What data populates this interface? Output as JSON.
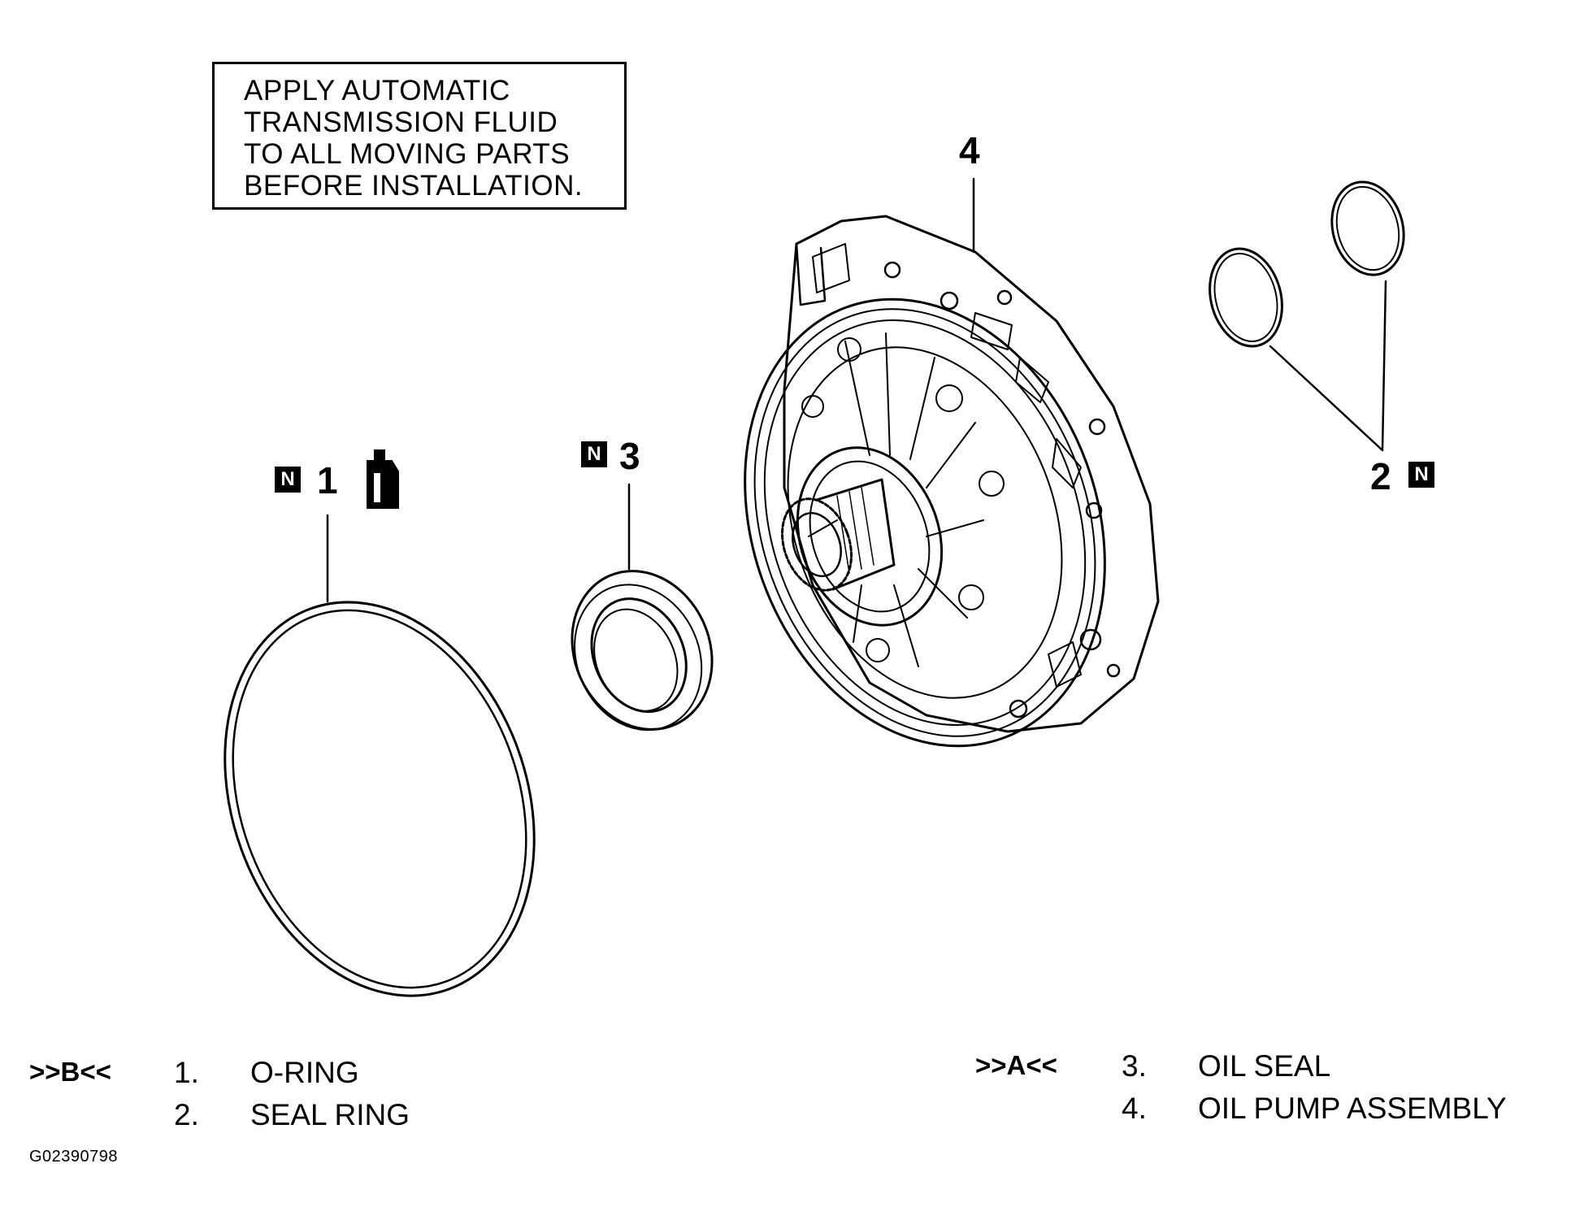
{
  "note": {
    "lines": [
      "APPLY AUTOMATIC",
      "TRANSMISSION FLUID",
      "TO ALL MOVING PARTS",
      "BEFORE INSTALLATION."
    ]
  },
  "callouts": {
    "part1": "1",
    "part2": "2",
    "part3": "3",
    "part4": "4",
    "new_part_badge": "N"
  },
  "legend": {
    "left": {
      "ref": ">>B<<",
      "items": [
        {
          "num": "1.",
          "label": "O-RING"
        },
        {
          "num": "2.",
          "label": "SEAL RING"
        }
      ]
    },
    "right": {
      "ref": ">>A<<",
      "items": [
        {
          "num": "3.",
          "label": "OIL SEAL"
        },
        {
          "num": "4.",
          "label": "OIL PUMP ASSEMBLY"
        }
      ]
    }
  },
  "figure_id": "G02390798",
  "icons": {
    "fluid_bottle": "atf-bottle-icon",
    "new_part": "new-part-n-icon"
  },
  "colors": {
    "line": "#000000",
    "background": "#ffffff"
  }
}
